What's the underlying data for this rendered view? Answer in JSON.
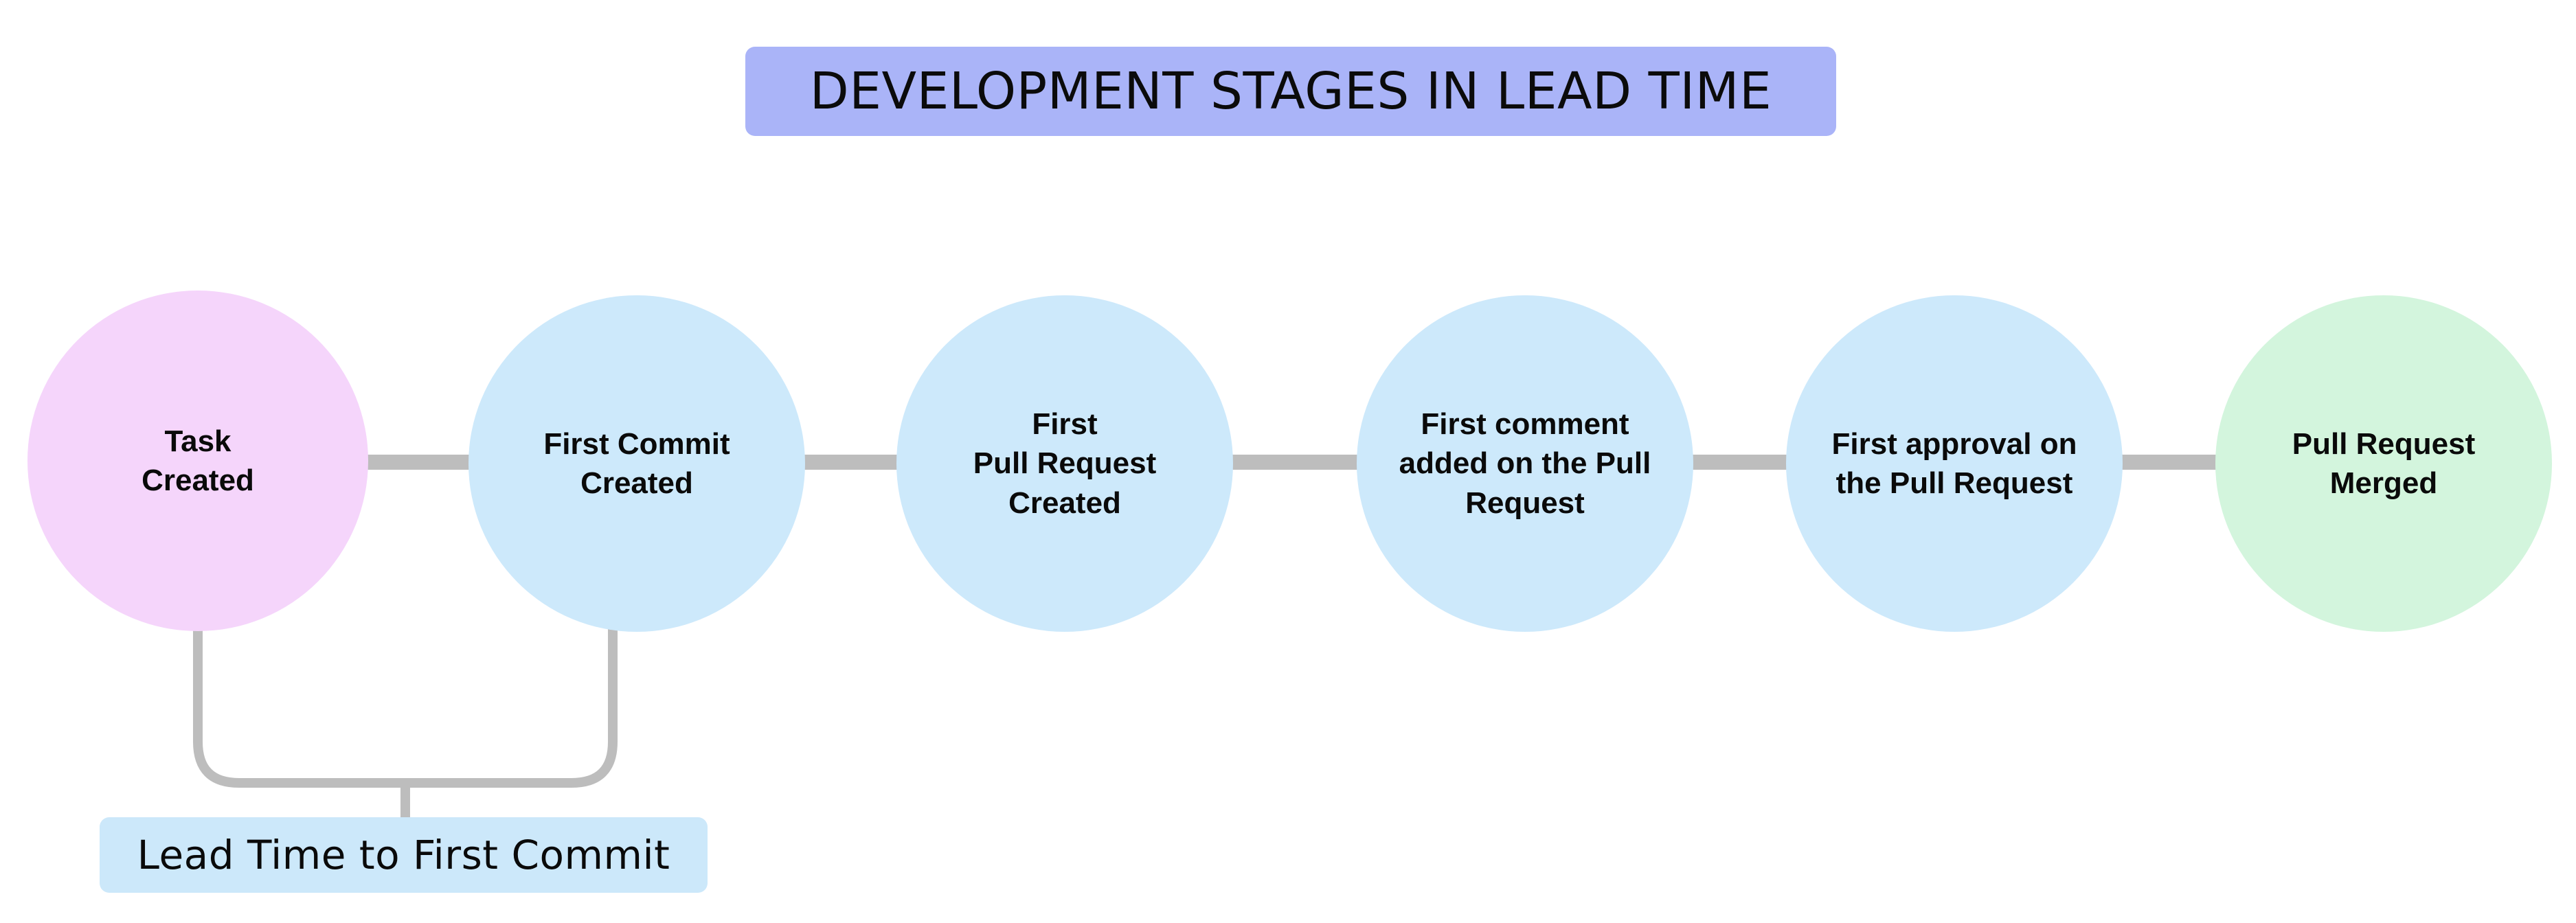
{
  "title": {
    "text": "DEVELOPMENT STAGES IN LEAD TIME",
    "background_color": "#aab4f8",
    "text_color": "#0b0b0b"
  },
  "colors": {
    "page_background": "#ffffff",
    "connector_gray": "#bdbdbd",
    "node_pink": "#f5d5fb",
    "node_blue": "#cde9fb",
    "node_green": "#d3f5dd",
    "annotation_blue": "#cce8fa",
    "title_periwinkle": "#aab4f8"
  },
  "diagram": {
    "type": "horizontal-flow",
    "node_count": 6,
    "nodes": [
      {
        "id": "task-created",
        "label": "Task\nCreated",
        "color": "#f5d5fb",
        "order": 1
      },
      {
        "id": "first-commit",
        "label": "First Commit\nCreated",
        "color": "#cde9fb",
        "order": 2
      },
      {
        "id": "first-pull-request",
        "label": "First\nPull Request\nCreated",
        "color": "#cde9fb",
        "order": 3
      },
      {
        "id": "first-comment",
        "label": "First comment\nadded on the Pull\nRequest",
        "color": "#cde9fb",
        "order": 4
      },
      {
        "id": "first-approval",
        "label": "First approval on\nthe Pull Request",
        "color": "#cde9fb",
        "order": 5
      },
      {
        "id": "pull-request-merged",
        "label": "Pull Request\nMerged",
        "color": "#d3f5dd",
        "order": 6
      }
    ],
    "connectors": [
      {
        "from": "task-created",
        "to": "first-commit"
      },
      {
        "from": "first-commit",
        "to": "first-pull-request"
      },
      {
        "from": "first-pull-request",
        "to": "first-comment"
      },
      {
        "from": "first-comment",
        "to": "first-approval"
      },
      {
        "from": "first-approval",
        "to": "pull-request-merged"
      }
    ],
    "annotations": [
      {
        "id": "lead-time-to-first-commit",
        "label": "Lead Time to First Commit",
        "spans": [
          "task-created",
          "first-commit"
        ],
        "background_color": "#cce8fa"
      }
    ]
  }
}
